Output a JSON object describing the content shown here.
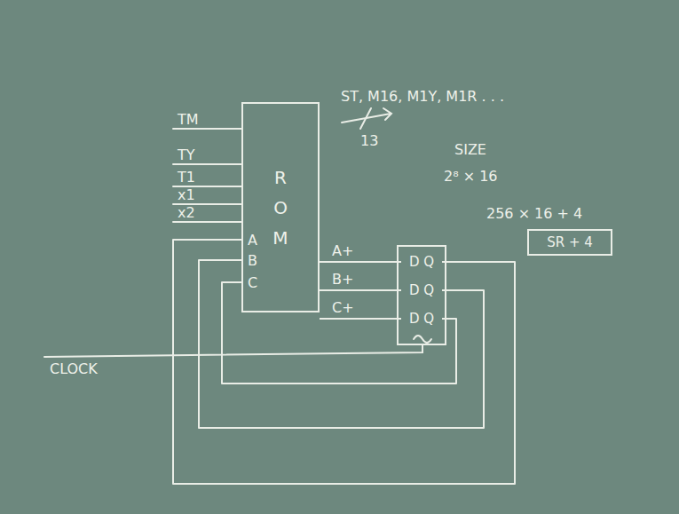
{
  "diagram": {
    "nodes": [
      {
        "text": [
          "ROM"
        ]
      },
      {
        "text": [
          "D Q"
        ]
      },
      {
        "text": [
          "D Q"
        ]
      },
      {
        "text": [
          "D Q"
        ]
      },
      {
        "text": [
          "SR + 4"
        ]
      }
    ],
    "edges": [
      {
        "from": 0,
        "to": 1,
        "arrow": "none"
      },
      {
        "from": 0,
        "to": 2,
        "arrow": "none"
      },
      {
        "from": 0,
        "to": 3,
        "arrow": "none"
      },
      {
        "from": 1,
        "to": 0,
        "arrow": "none"
      },
      {
        "from": 2,
        "to": 0,
        "arrow": "none"
      },
      {
        "from": 3,
        "to": 0,
        "arrow": "none"
      }
    ],
    "labels": [
      "TM",
      "TY",
      "T1",
      "x1",
      "x2",
      "A",
      "B",
      "C",
      "A+",
      "B+",
      "C+",
      "ST, M16, M1Y, M1R . . .",
      "13",
      "SIZE",
      "2⁸ × 16",
      "256 × 16 + 4",
      "CLOCK"
    ]
  }
}
